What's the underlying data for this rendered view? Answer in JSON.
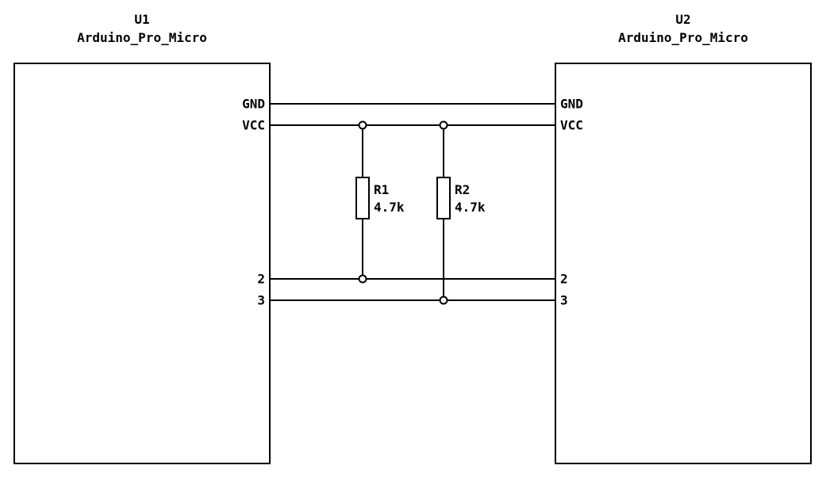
{
  "colors": {
    "background": "#ffffff",
    "stroke": "#000000"
  },
  "components": {
    "u1": {
      "ref": "U1",
      "value": "Arduino_Pro_Micro",
      "pins": [
        {
          "name": "GND"
        },
        {
          "name": "VCC"
        },
        {
          "name": "2"
        },
        {
          "name": "3"
        }
      ]
    },
    "u2": {
      "ref": "U2",
      "value": "Arduino_Pro_Micro",
      "pins": [
        {
          "name": "GND"
        },
        {
          "name": "VCC"
        },
        {
          "name": "2"
        },
        {
          "name": "3"
        }
      ]
    },
    "r1": {
      "ref": "R1",
      "value": "4.7k"
    },
    "r2": {
      "ref": "R2",
      "value": "4.7k"
    }
  }
}
